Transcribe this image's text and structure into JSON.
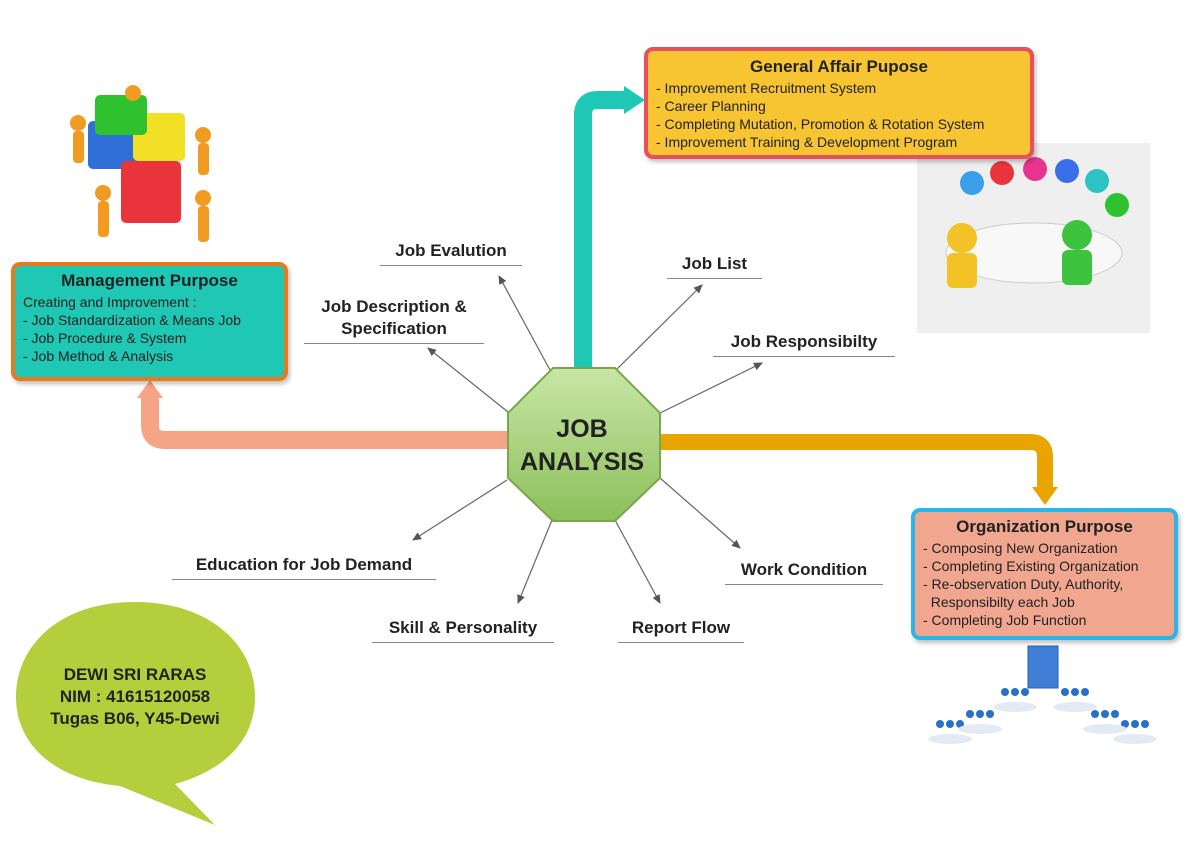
{
  "center": {
    "line1": "JOB",
    "line2": "ANALYSIS"
  },
  "management": {
    "title": "Management Purpose",
    "lines": [
      "Creating and Improvement :",
      "- Job Standardization & Means Job",
      "- Job Procedure & System",
      "- Job Method & Analysis"
    ]
  },
  "general_affair": {
    "title": "General Affair Pupose",
    "lines": [
      "- Improvement Recruitment System",
      "- Career Planning",
      "- Completing Mutation, Promotion & Rotation System",
      "- Improvement Training & Development Program"
    ]
  },
  "organization": {
    "title": "Organization Purpose",
    "lines": [
      "- Composing New Organization",
      "- Completing Existing Organization",
      "- Re-observation Duty, Authority,",
      "  Responsibilty each Job",
      "- Completing Job Function"
    ]
  },
  "branches": {
    "job_evalution": "Job Evalution",
    "job_description_1": "Job Description &",
    "job_description_2": "Specification",
    "job_list": "Job List",
    "job_responsibility": "Job Responsibilty",
    "education": "Education for Job Demand",
    "skill": "Skill & Personality",
    "report_flow": "Report Flow",
    "work_condition": "Work Condition"
  },
  "author": {
    "name": "DEWI SRI RARAS",
    "nim": "NIM : 41615120058",
    "task": "Tugas B06, Y45-Dewi"
  },
  "icons": [
    "puzzle-team-icon",
    "meeting-table-icon",
    "organization-network-icon"
  ],
  "colors": {
    "management_fill": "#1ec8b4",
    "management_border": "#e87a1e",
    "general_fill": "#f7c531",
    "general_border": "#e8505b",
    "organization_fill": "#f1a690",
    "organization_border": "#2bb5e8",
    "center_fill": "#9fcd6e",
    "bubble_fill": "#b5cf3c",
    "arrow_left": "#f5a585",
    "arrow_up": "#1ec8b4",
    "arrow_right": "#e9a400"
  }
}
